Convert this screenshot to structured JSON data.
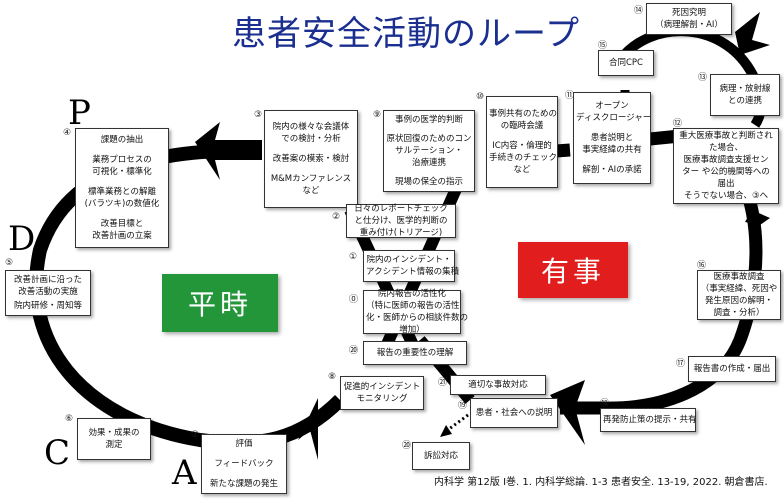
{
  "title": "患者安全活動のループ",
  "pdca_labels": {
    "p": "P",
    "d": "D",
    "c": "C",
    "a": "A"
  },
  "states": {
    "normal": {
      "label": "平時",
      "color": "#23963a"
    },
    "incident": {
      "label": "有事",
      "color": "#e21d1d"
    }
  },
  "boxes": {
    "b3": {
      "num": "③",
      "lines": [
        "院内の様々な会議体",
        "での検討・分析",
        "",
        "改善案の模索・検討",
        "",
        "M&Mカンファレンス",
        "など"
      ]
    },
    "b4": {
      "num": "④",
      "lines": [
        "課題の抽出",
        "",
        "業務プロセスの",
        "可視化・標準化",
        "",
        "標準業務との解離",
        "(バラツキ)の数値化",
        "",
        "改善目標と",
        "改善計画の立案"
      ]
    },
    "b5": {
      "num": "⑤",
      "lines": [
        "改善計画に沿った",
        "改善活動の実施",
        "",
        "院内研修・周知等"
      ]
    },
    "b6": {
      "num": "⑥",
      "lines": [
        "効果・成果の",
        "測定"
      ]
    },
    "b7": {
      "num": "⑦",
      "lines": [
        "評価",
        "",
        "フィードバック",
        "",
        "新たな課題の発生"
      ]
    },
    "b8": {
      "num": "⑧",
      "lines": [
        "促進的インシデント",
        "モニタリング"
      ]
    },
    "b2": {
      "num": "②",
      "lines": [
        "日々のレポートチェック",
        "と仕分け、医学的判断の",
        "重み付け(トリアージ)"
      ]
    },
    "b1": {
      "num": "①",
      "lines": [
        "院内のインシデント・",
        "アクシデント情報の集積"
      ]
    },
    "b0": {
      "num": "⓪",
      "lines": [
        "院内報告の活性化",
        "（特に医師の報告の活性",
        "化・医師からの相談件数の",
        "増加）"
      ]
    },
    "bimp": {
      "num": "⑳",
      "lines": [
        "報告の重要性の理解"
      ]
    },
    "b9": {
      "num": "⑨",
      "lines": [
        "事例の医学的判断",
        "",
        "原状回復のためのコン",
        "サルテーション・",
        "治療連携",
        "",
        "現場の保全の指示"
      ]
    },
    "b10": {
      "num": "⑩",
      "lines": [
        "事例共有のための",
        "の臨時会議",
        "",
        "IC内容・倫理的",
        "手続きのチェック",
        "など"
      ]
    },
    "b11": {
      "num": "⑪",
      "lines": [
        "オープン",
        "ディスクロージャー",
        "",
        "患者説明と",
        "事実経緯の共有",
        "",
        "解剖・AIの承諾"
      ]
    },
    "b12": {
      "num": "⑫",
      "lines": [
        "重大医療事故と判断され",
        "た場合、",
        "医療事故調査支援セン",
        "ター や公的機関等への",
        "届出",
        "",
        "そうでない場合、③へ"
      ]
    },
    "b13": {
      "num": "⑬",
      "lines": [
        "病理・放射線",
        "との連携"
      ]
    },
    "b14": {
      "num": "⑭",
      "lines": [
        "死因究明",
        "（病理解剖・AI）"
      ]
    },
    "b15": {
      "num": "⑮",
      "lines": [
        "合同CPC"
      ]
    },
    "b16": {
      "num": "⑯",
      "lines": [
        "医療事故調査",
        "（事実経緯、死因や",
        "発生原因の解明・",
        "調査・分析）"
      ]
    },
    "b17": {
      "num": "⑰",
      "lines": [
        "報告書の作成・届出"
      ]
    },
    "b18": {
      "num": "⑱",
      "lines": [
        "再発防止策の提示・共有"
      ]
    },
    "b19": {
      "num": "⑲",
      "lines": [
        "患者・社会への説明"
      ]
    },
    "b20": {
      "num": "⑳",
      "lines": [
        "訴訟対応"
      ]
    },
    "b21": {
      "num": "㉑",
      "lines": [
        "適切な事故対応"
      ]
    }
  },
  "citation": "内科学 第12版 Ⅰ巻. 1. 内科学総論. 1-3 患者安全. 13-19, 2022. 朝倉書店."
}
